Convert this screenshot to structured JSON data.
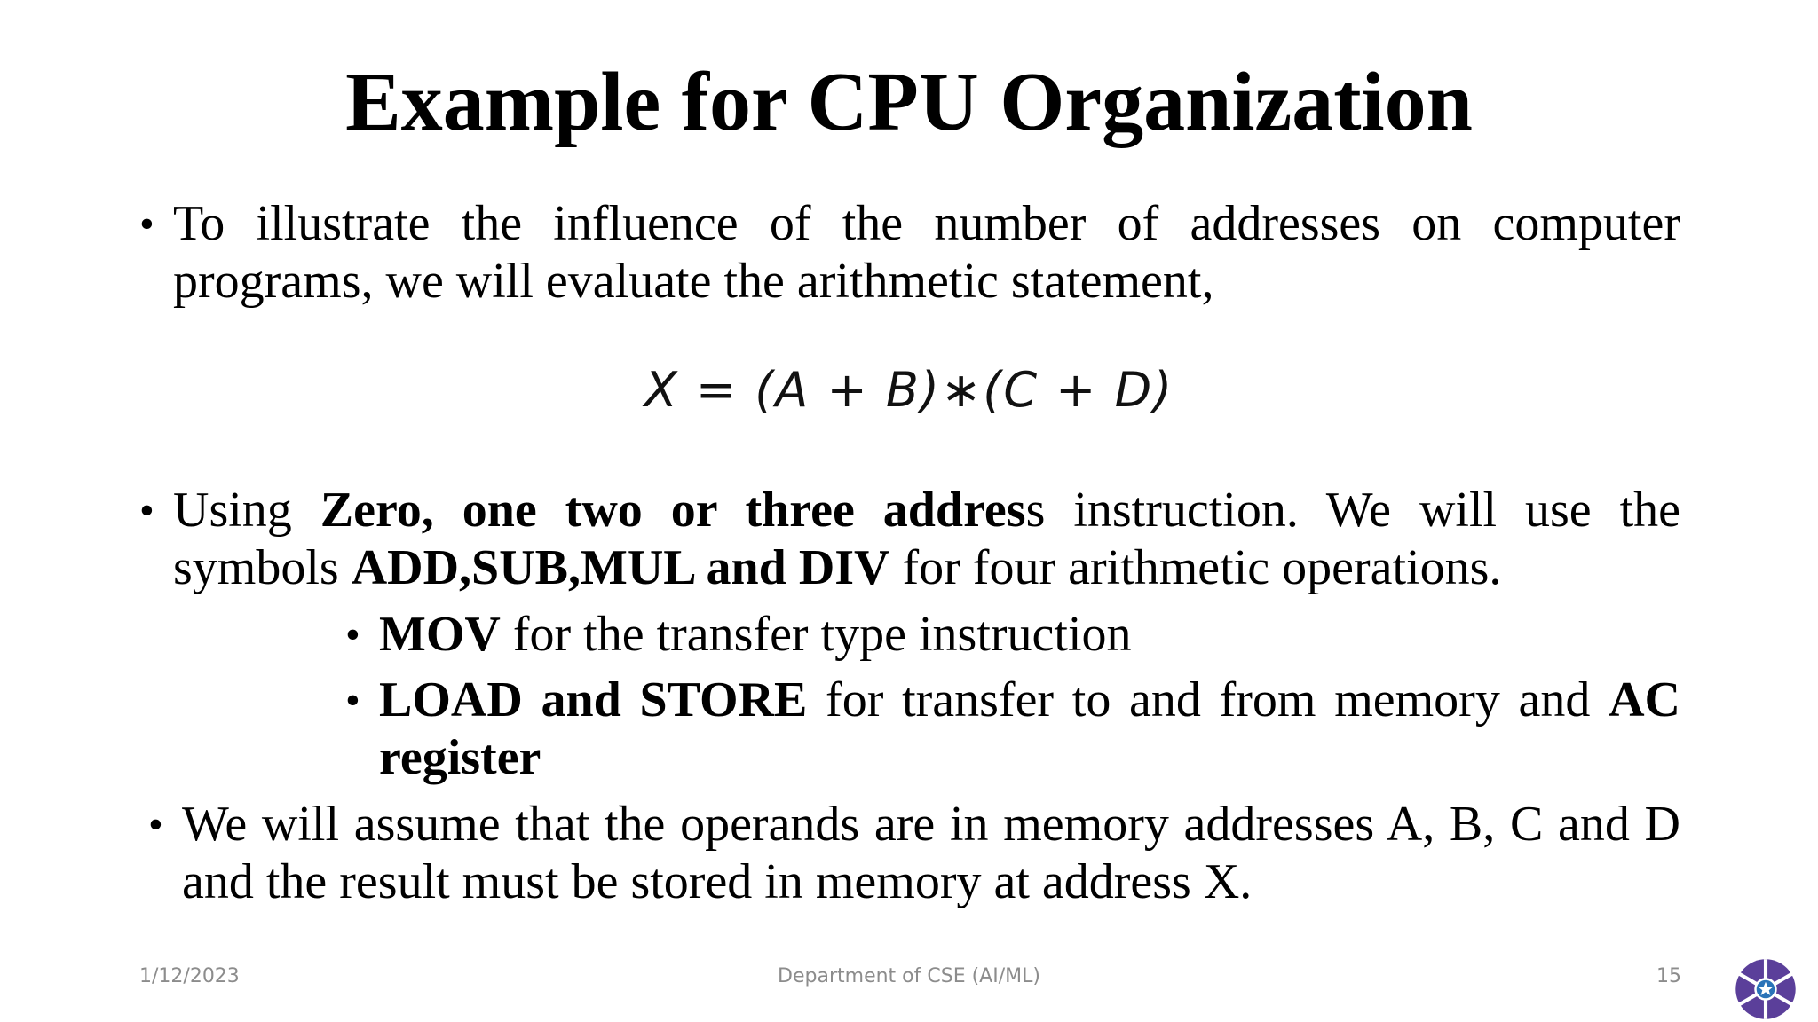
{
  "slide": {
    "title": "Example for CPU Organization",
    "bullets": [
      {
        "parts": [
          "To illustrate  the influence of the number of addresses on computer programs, we will evaluate the arithmetic statement,"
        ]
      },
      {
        "parts": [
          "Using ",
          "Zero, one two or three addres",
          "s instruction. We will use the symbols ",
          "ADD,SUB,MUL and DIV",
          " for four arithmetic operations."
        ]
      },
      {
        "parts": [
          "MOV",
          " for the transfer type instruction"
        ]
      },
      {
        "parts": [
          "LOAD and STORE",
          " for transfer to and from memory and ",
          "AC register"
        ]
      },
      {
        "parts": [
          "We will assume that the operands  are in memory addresses A, B, C and D and the result must be stored in  memory at address X."
        ]
      }
    ],
    "equation": "X = (A + B)∗(C + D)",
    "bullet_symbol": "•"
  },
  "footer": {
    "date": "1/12/2023",
    "department": "Department of CSE (AI/ML)",
    "page_number": "15"
  },
  "colors": {
    "text": "#000000",
    "footer_text": "#8c8c8c",
    "logo_purple": "#5b3f9a",
    "logo_blue": "#2a73b8"
  },
  "icons": {
    "logo": "institution-logo-icon"
  }
}
